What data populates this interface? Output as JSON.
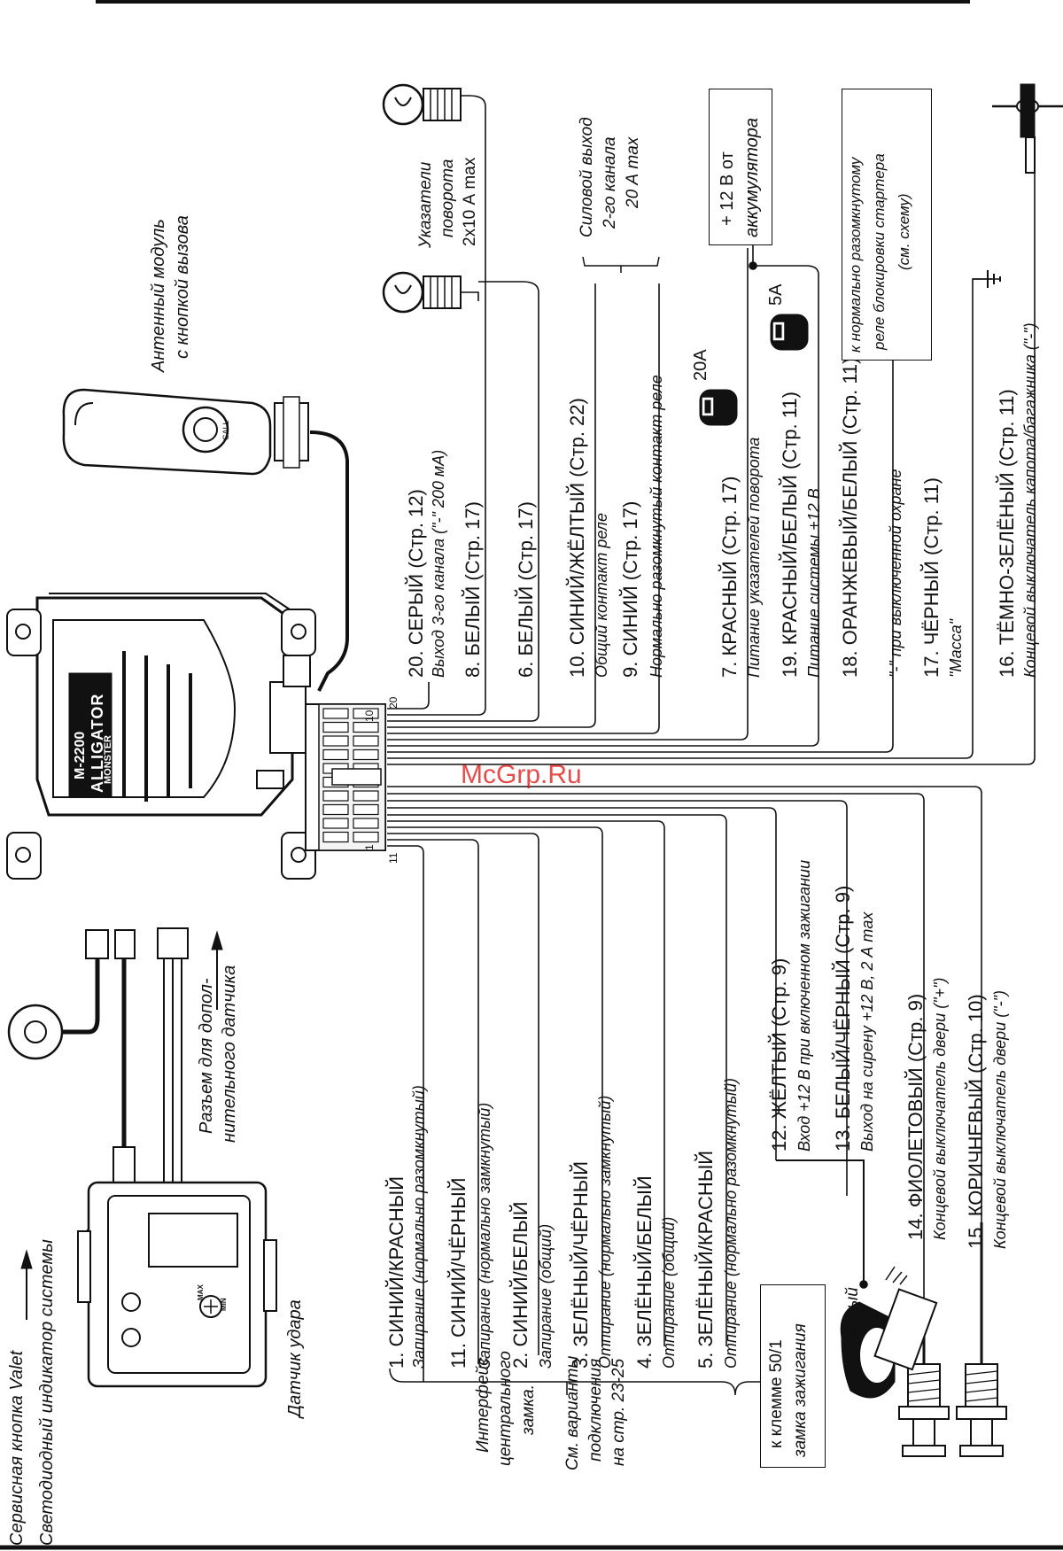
{
  "brand": {
    "model": "M-2200",
    "name": "ALLIGATOR",
    "sub": "MONSTER",
    "call_button": "CALL"
  },
  "watermark": "McGrp.Ru",
  "connector": {
    "pin_top": "20",
    "pin_top2": "10",
    "pin_bottom": "1",
    "pin_bottom2": "11"
  },
  "left_components": {
    "valet": "Сервисная кнопка Valet",
    "led": "Светодиодный индикатор системы",
    "sensor_socket": [
      "Разъем для допол-",
      "нительного датчика"
    ],
    "shock_sensor": "Датчик удара",
    "antenna": [
      "Антенный модуль",
      "с кнопкой вызова"
    ],
    "sensor_marks": {
      "max": "MAX",
      "min": "MIN"
    }
  },
  "upper_wires": [
    {
      "name": "20. СЕРЫЙ (Стр. 12)",
      "desc": "Выход 3-го канала (\"-\" 200 мА)"
    },
    {
      "name": "8. БЕЛЫЙ (Стр. 17)",
      "desc": ""
    },
    {
      "name": "6. БЕЛЫЙ (Стр. 17)",
      "desc": ""
    },
    {
      "name": "10. СИНИЙ/ЖЁЛТЫЙ (Стр. 22)",
      "desc": "Общий контакт реле"
    },
    {
      "name": "9. СИНИЙ (Стр. 17)",
      "desc": "Нормально разомкнутый контакт реле"
    },
    {
      "name": "7. КРАСНЫЙ (Стр. 17)",
      "desc": "Питание указателей поворота"
    },
    {
      "name": "19. КРАСНЫЙ/БЕЛЫЙ (Стр. 11)",
      "desc": "Питание системы +12 В"
    },
    {
      "name": "18. ОРАНЖЕВЫЙ/БЕЛЫЙ (Стр. 11)",
      "desc": "\"-\" при выключенной охране"
    },
    {
      "name": "17. ЧЁРНЫЙ (Стр. 11)",
      "desc": "\"Масса\""
    },
    {
      "name": "16. ТЁМНО-ЗЕЛЁНЫЙ (Стр. 11)",
      "desc": "Концевой выключатель капота/багажника (\"-\")"
    }
  ],
  "lower_wires": [
    {
      "name": "1. СИНИЙ/КРАСНЫЙ",
      "desc": "Запирание (нормально разомкнутый)"
    },
    {
      "name": "11. СИНИЙ/ЧЁРНЫЙ",
      "desc": "Запирание (нормально замкнутый)"
    },
    {
      "name": "2. СИНИЙ/БЕЛЫЙ",
      "desc": "Запирание (общий)"
    },
    {
      "name": "3. ЗЕЛЁНЫЙ/ЧЁРНЫЙ",
      "desc": "Отпирание (нормально замкнутый)"
    },
    {
      "name": "4. ЗЕЛЁНЫЙ/БЕЛЫЙ",
      "desc": "Отпирание (общий)"
    },
    {
      "name": "5. ЗЕЛЁНЫЙ/КРАСНЫЙ",
      "desc": "Отпирание (нормально разомкнутый)"
    },
    {
      "name": "12. ЖЁЛТЫЙ (Стр. 9)",
      "desc": "Вход +12 В при включенном зажигании"
    },
    {
      "name": "13. БЕЛЫЙ/ЧЁРНЫЙ (Стр. 9)",
      "desc": "Выход на сирену +12 В, 2 А max"
    },
    {
      "name": "14. ФИОЛЕТОВЫЙ (Стр. 9)",
      "desc": "Концевой выключатель двери (\"+\")"
    },
    {
      "name": "15. КОРИЧНЕВЫЙ (Стр. 10)",
      "desc": "Концевой выключатель двери (\"-\")"
    }
  ],
  "right_components": {
    "turn_signals": [
      "Указатели",
      "поворота",
      "2х10 А max"
    ],
    "power_output": [
      "Силовой выход",
      "2-го канала",
      "20 А max"
    ],
    "battery": [
      "+ 12 В от",
      "аккумулятора"
    ],
    "starter_relay": [
      "к нормально разомкнутому",
      "реле блокировки стартера",
      "(см. схему)"
    ],
    "fuse_20a": "20А",
    "fuse_5a": "5А"
  },
  "bottom_components": {
    "central_lock": [
      "Интерфейс",
      "центрального",
      "замка."
    ],
    "variants": [
      "См. варианты",
      "подключения",
      "на стр. 23-25"
    ],
    "ignition": [
      "к клемме 50/1",
      "замка зажигания"
    ],
    "siren_wire": "Красный"
  }
}
